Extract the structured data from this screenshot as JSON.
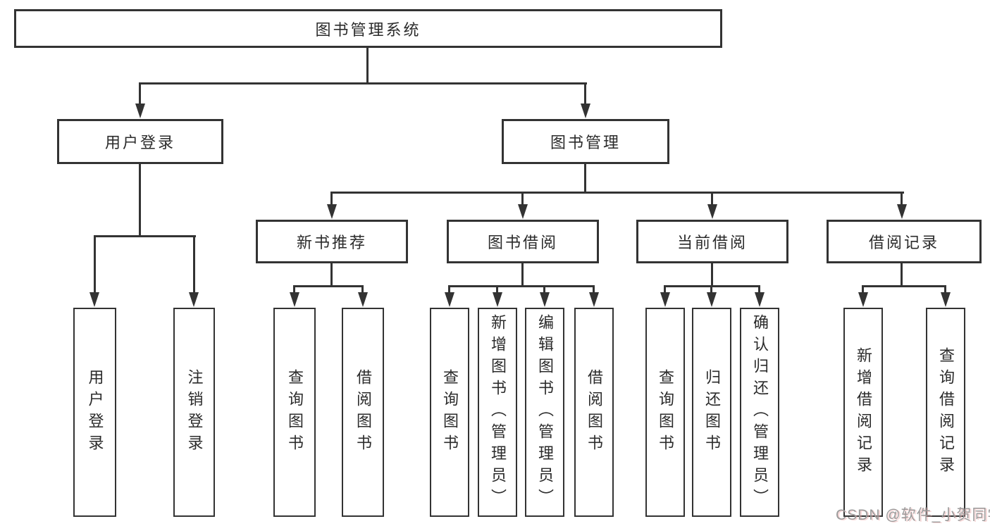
{
  "diagram_title": "图书管理系统",
  "colors": {
    "line": "#333333",
    "box_background": "#ffffff",
    "text": "#2b2b2b",
    "watermark": "#9b9b9b"
  },
  "tree": {
    "label": "图书管理系统",
    "children": [
      {
        "label": "用户登录",
        "children": [
          {
            "label": "用户登录"
          },
          {
            "label": "注销登录"
          }
        ]
      },
      {
        "label": "图书管理",
        "children": [
          {
            "label": "新书推荐",
            "children": [
              {
                "label": "查询图书"
              },
              {
                "label": "借阅图书"
              }
            ]
          },
          {
            "label": "图书借阅",
            "children": [
              {
                "label": "查询图书"
              },
              {
                "label": "新增图书（管理员）"
              },
              {
                "label": "编辑图书（管理员）"
              },
              {
                "label": "借阅图书"
              }
            ]
          },
          {
            "label": "当前借阅",
            "children": [
              {
                "label": "查询图书"
              },
              {
                "label": "归还图书"
              },
              {
                "label": "确认归还（管理员）"
              }
            ]
          },
          {
            "label": "借阅记录",
            "children": [
              {
                "label": "新增借阅记录"
              },
              {
                "label": "查询借阅记录"
              }
            ]
          }
        ]
      }
    ]
  },
  "watermark": {
    "text": "CSDN @软件_小贺同学"
  }
}
